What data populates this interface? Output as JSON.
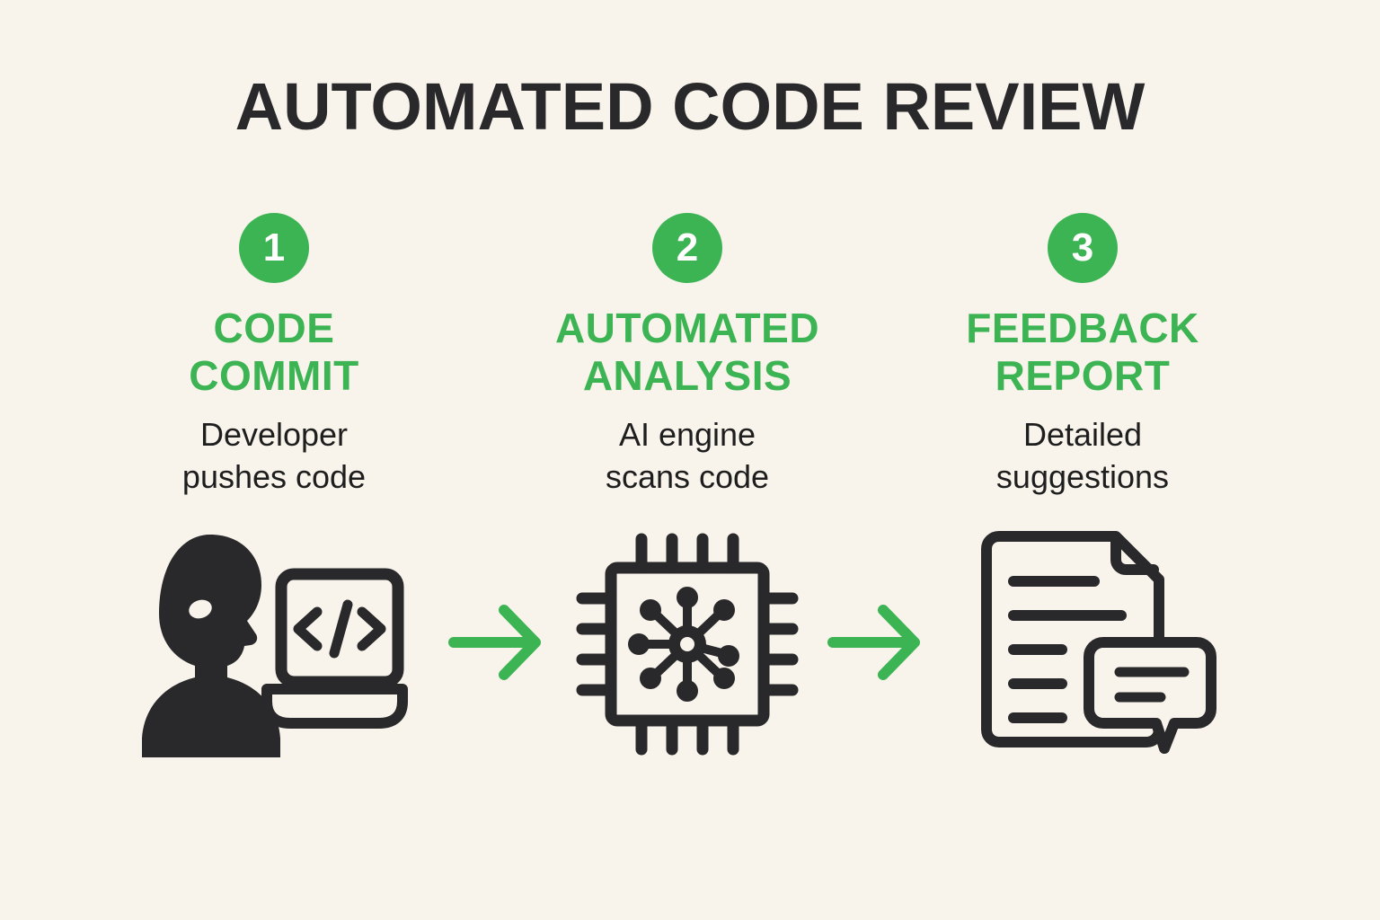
{
  "colors": {
    "background": "#f8f4ec",
    "accent_green": "#3db453",
    "ink": "#29282a",
    "text_dark": "#1e1e1e"
  },
  "header": {
    "title": "AUTOMATED CODE REVIEW"
  },
  "steps": [
    {
      "number": "1",
      "title_line1": "CODE",
      "title_line2": "COMMIT",
      "desc_line1": "Developer",
      "desc_line2": "pushes code",
      "icon": "developer-with-laptop-icon"
    },
    {
      "number": "2",
      "title_line1": "AUTOMATED",
      "title_line2": "ANALYSIS",
      "desc_line1": "AI engine",
      "desc_line2": "scans code",
      "icon": "ai-chip-icon"
    },
    {
      "number": "3",
      "title_line1": "FEEDBACK",
      "title_line2": "REPORT",
      "desc_line1": "Detailed",
      "desc_line2": "suggestions",
      "icon": "feedback-document-icon"
    }
  ],
  "arrows": [
    {
      "name": "flow-arrow-1"
    },
    {
      "name": "flow-arrow-2"
    }
  ]
}
